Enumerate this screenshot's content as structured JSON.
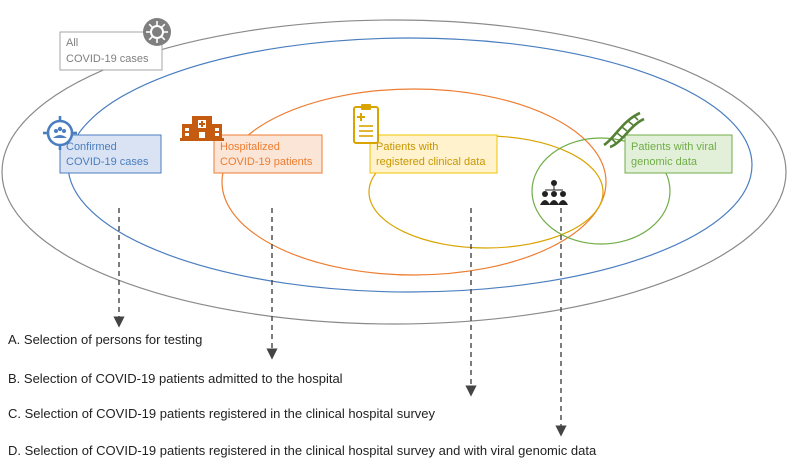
{
  "ellipses": {
    "all": {
      "color": "#8a8a8a"
    },
    "confirmed": {
      "color": "#4a7ebf"
    },
    "hospitalized": {
      "color": "#ed7d31"
    },
    "clinical": {
      "color": "#d9a400"
    },
    "genomic": {
      "color": "#70ad47"
    }
  },
  "boxes": {
    "all": {
      "line1": "All",
      "line2": "COVID-19 cases",
      "border": "#a6a6a6",
      "fill": "#ffffff",
      "text": "#7f7f7f"
    },
    "confirmed": {
      "line1": "Confirmed",
      "line2": "COVID-19 cases",
      "border": "#4a7ebf",
      "fill": "#dae3f3",
      "text": "#4a7ebf"
    },
    "hospitalized": {
      "line1": "Hospitalized",
      "line2": "COVID-19 patients",
      "border": "#ed7d31",
      "fill": "#fbe5d6",
      "text": "#ed7d31"
    },
    "clinical": {
      "line1": "Patients with",
      "line2": "registered clinical data",
      "border": "#f2c500",
      "fill": "#fff2cc",
      "text": "#c99700"
    },
    "genomic": {
      "line1": "Patients with viral",
      "line2": "genomic data",
      "border": "#70ad47",
      "fill": "#e2f0d9",
      "text": "#70ad47"
    }
  },
  "icons": {
    "virus": "virus-icon",
    "target": "target-icon",
    "hospital": "hospital-icon",
    "clipboard": "clipboard-icon",
    "dna": "dna-icon",
    "people": "people-network-icon"
  },
  "statements": {
    "a": "A. Selection of persons for testing",
    "b": "B. Selection of COVID-19 patients admitted to the hospital",
    "c": "C. Selection of COVID-19 patients registered in the clinical hospital survey",
    "d": "D. Selection of COVID-19 patients registered in the clinical hospital survey and with viral genomic data"
  }
}
